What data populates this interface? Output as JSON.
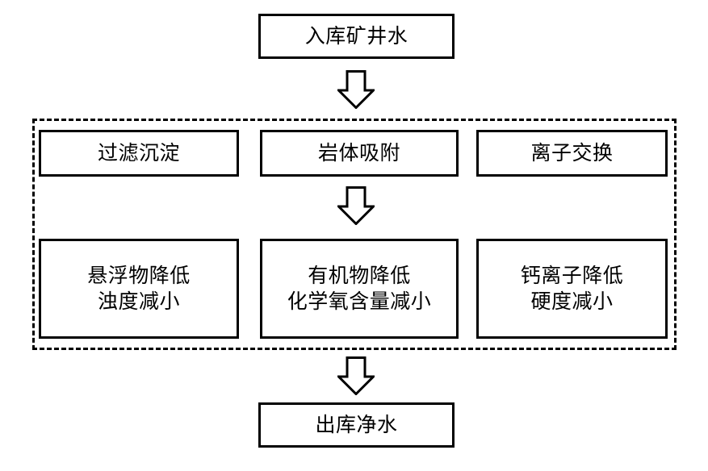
{
  "diagram": {
    "type": "flowchart",
    "orientation": "top-to-bottom",
    "inflow": {
      "id": "inflow",
      "label": "入库矿井水"
    },
    "outflow": {
      "id": "outflow",
      "label": "出库净水"
    },
    "treatment_group": {
      "id": "treatment-group",
      "border_style": "dashed",
      "processes": [
        {
          "id": "process-filtration",
          "label": "过滤沉淀"
        },
        {
          "id": "process-adsorption",
          "label": "岩体吸附"
        },
        {
          "id": "process-ion-exchange",
          "label": "离子交换"
        }
      ],
      "effects": [
        {
          "id": "effect-suspended-solids",
          "label": "悬浮物降低\n浊度减小"
        },
        {
          "id": "effect-organics",
          "label": "有机物降低\n化学氧含量减小"
        },
        {
          "id": "effect-calcium",
          "label": "钙离子降低\n硬度减小"
        }
      ]
    },
    "arrows": [
      {
        "id": "arrow-top",
        "icon": "down-block-arrow-icon",
        "from": "inflow",
        "to": "treatment-group"
      },
      {
        "id": "arrow-middle",
        "icon": "down-block-arrow-icon",
        "from": "process-adsorption",
        "to": "effect-organics"
      },
      {
        "id": "arrow-bottom",
        "icon": "down-block-arrow-icon",
        "from": "treatment-group",
        "to": "outflow"
      }
    ],
    "colors": {
      "stroke": "#000000",
      "fill": "#ffffff",
      "background": "#ffffff"
    }
  }
}
